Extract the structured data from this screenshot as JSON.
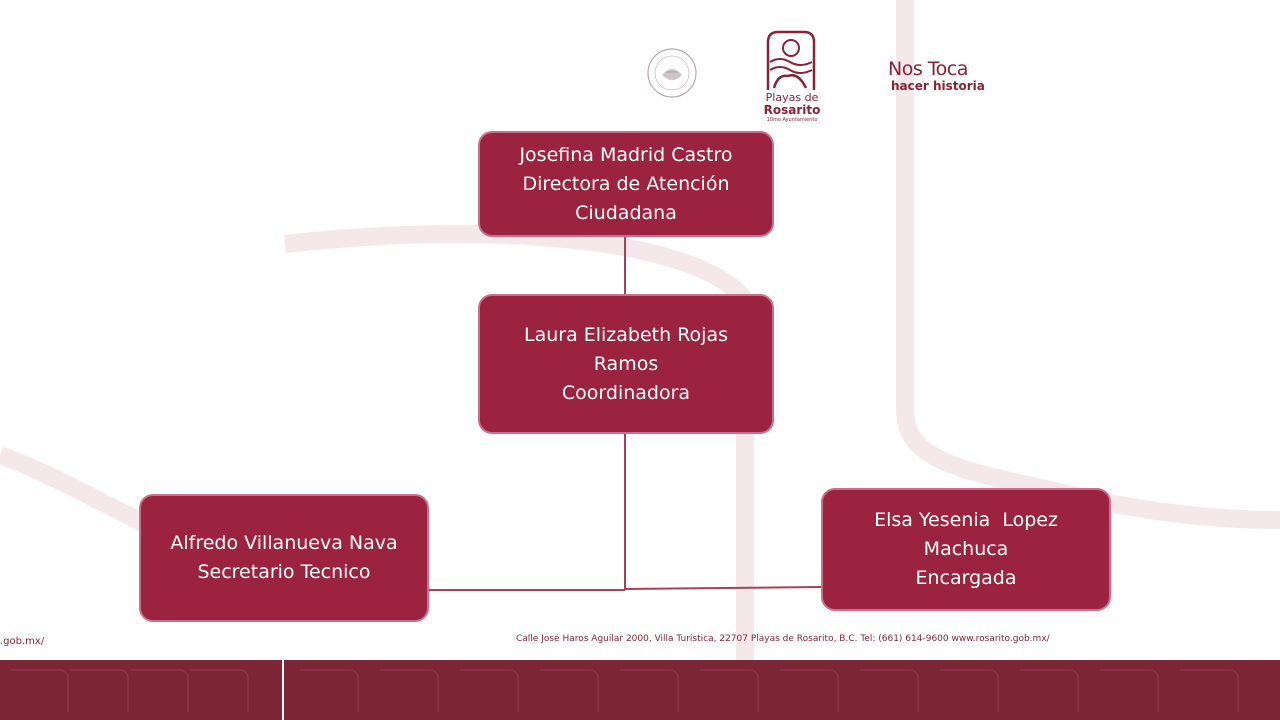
{
  "header": {
    "seal_logo": "municipal-seal",
    "playas_logo": {
      "line1": "Playas de",
      "line2": "Rosarito",
      "line3": "10mo Ayuntamiento"
    },
    "slogan": {
      "line1": "Nos Toca",
      "line2": "hacer historia"
    }
  },
  "org_chart": {
    "nodes": [
      {
        "id": "director",
        "lines": [
          "Josefina Madrid Castro",
          "Directora de Atención",
          "Ciudadana"
        ]
      },
      {
        "id": "coordinator",
        "lines": [
          "Laura Elizabeth Rojas",
          "Ramos",
          "Coordinadora"
        ]
      },
      {
        "id": "technical-secretary",
        "lines": [
          "Alfredo Villanueva Nava",
          "Secretario Tecnico"
        ]
      },
      {
        "id": "manager",
        "lines": [
          "Elsa Yesenia  Lopez",
          "Machuca",
          "Encargada"
        ]
      }
    ],
    "edges": [
      {
        "from": "director",
        "to": "coordinator"
      },
      {
        "from": "coordinator",
        "to": "technical-secretary"
      },
      {
        "from": "coordinator",
        "to": "manager"
      }
    ]
  },
  "footer": {
    "address": "Calle José Haros Aguilar 2000, Villa Turística, 22707 Playas de Rosarito, B.C. Tel: (661) 614-9600  www.rosarito.gob.mx/",
    "left_url": ".gob.mx/"
  },
  "colors": {
    "node_fill": "#9b2340",
    "node_border": "#c9708a",
    "connector": "#a8405a",
    "brand": "#8a2236",
    "footer_band": "#7b2535"
  }
}
